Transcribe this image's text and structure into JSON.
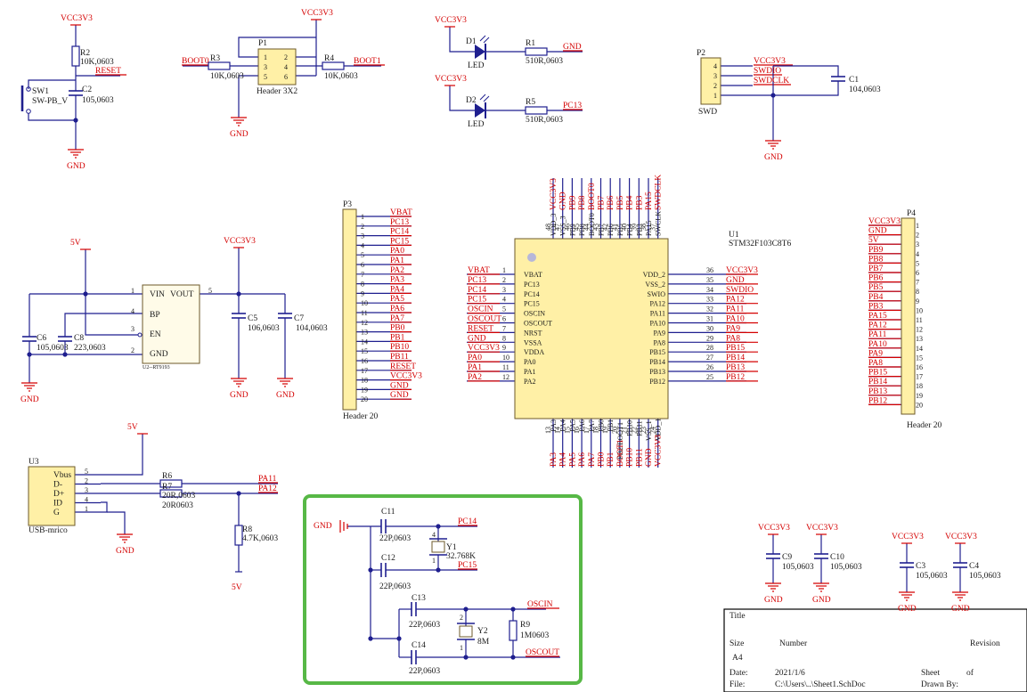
{
  "power": {
    "vcc": "VCC3V3",
    "gnd": "GND",
    "v5": "5V"
  },
  "sw1": {
    "ref": "SW1",
    "val": "SW-PB_V"
  },
  "r2": {
    "ref": "R2",
    "val": "10K,0603"
  },
  "c2": {
    "ref": "C2",
    "val": "105,0603"
  },
  "net_reset": "RESET",
  "boot": {
    "r3_ref": "R3",
    "r3_val": "10K,0603",
    "r4_ref": "R4",
    "r4_val": "10K,0603",
    "p1_ref": "P1",
    "p1_val": "Header 3X2",
    "net0": "BOOT0",
    "net1": "BOOT1",
    "pins": [
      "1",
      "2",
      "3",
      "4",
      "5",
      "6"
    ]
  },
  "leds": {
    "d1_ref": "D1",
    "d2_ref": "D2",
    "d_val": "LED",
    "r1_ref": "R1",
    "r5_ref": "R5",
    "r_val": "510R,0603",
    "net_pc13": "PC13"
  },
  "swd": {
    "ref": "P2",
    "name": "SWD",
    "pins": [
      "4",
      "3",
      "2",
      "1"
    ],
    "nets": [
      "VCC3V3",
      "SWDIO",
      "SWDCLK"
    ],
    "c1_ref": "C1",
    "c1_val": "104,0603"
  },
  "reg": {
    "vin": "VIN",
    "vout": "VOUT",
    "bp": "BP",
    "en": "EN",
    "gnd": "GND",
    "pins": [
      "1",
      "5",
      "4",
      "3",
      "2"
    ],
    "name": "U2--RT9193",
    "c5": "C5",
    "c5v": "106,0603",
    "c7": "C7",
    "c7v": "104,0603",
    "c6": "C6",
    "c6v": "105,0603",
    "c8": "C8",
    "c8v": "223,0603"
  },
  "p3": {
    "ref": "P3",
    "name": "Header 20",
    "nets": [
      "VBAT",
      "PC13",
      "PC14",
      "PC15",
      "PA0",
      "PA1",
      "PA2",
      "PA3",
      "PA4",
      "PA5",
      "PA6",
      "PA7",
      "PB0",
      "PB1",
      "PB10",
      "PB11",
      "RESET",
      "VCC3V3",
      "GND",
      "GND"
    ]
  },
  "p4": {
    "ref": "P4",
    "name": "Header 20",
    "nets": [
      "VCC3V3",
      "GND",
      "5V",
      "PB9",
      "PB8",
      "PB7",
      "PB6",
      "PB5",
      "PB4",
      "PB3",
      "PA15",
      "PA12",
      "PA11",
      "PA10",
      "PA9",
      "PA8",
      "PB15",
      "PB14",
      "PB13",
      "PB12"
    ]
  },
  "mcu": {
    "ref": "U1",
    "part": "STM32F103C8T6",
    "left_pins": [
      {
        "n": "1",
        "name": "VBAT",
        "net": "VBAT"
      },
      {
        "n": "2",
        "name": "PC13",
        "net": "PC13"
      },
      {
        "n": "3",
        "name": "PC14",
        "net": "PC14"
      },
      {
        "n": "4",
        "name": "PC15",
        "net": "PC15"
      },
      {
        "n": "5",
        "name": "OSCIN",
        "net": "OSCIN"
      },
      {
        "n": "6",
        "name": "OSCOUT",
        "net": "OSCOUT"
      },
      {
        "n": "7",
        "name": "NRST",
        "net": "RESET"
      },
      {
        "n": "8",
        "name": "VSSA",
        "net": "GND"
      },
      {
        "n": "9",
        "name": "VDDA",
        "net": "VCC3V3"
      },
      {
        "n": "10",
        "name": "PA0",
        "net": "PA0"
      },
      {
        "n": "11",
        "name": "PA1",
        "net": "PA1"
      },
      {
        "n": "12",
        "name": "PA2",
        "net": "PA2"
      }
    ],
    "right_pins": [
      {
        "n": "36",
        "name": "VDD_2",
        "net": "VCC3V3"
      },
      {
        "n": "35",
        "name": "VSS_2",
        "net": "GND"
      },
      {
        "n": "34",
        "name": "SWIO",
        "net": "SWDIO"
      },
      {
        "n": "33",
        "name": "PA12",
        "net": "PA12"
      },
      {
        "n": "32",
        "name": "PA11",
        "net": "PA11"
      },
      {
        "n": "31",
        "name": "PA10",
        "net": "PA10"
      },
      {
        "n": "30",
        "name": "PA9",
        "net": "PA9"
      },
      {
        "n": "29",
        "name": "PA8",
        "net": "PA8"
      },
      {
        "n": "28",
        "name": "PB15",
        "net": "PB15"
      },
      {
        "n": "27",
        "name": "PB14",
        "net": "PB14"
      },
      {
        "n": "26",
        "name": "PB13",
        "net": "PB13"
      },
      {
        "n": "25",
        "name": "PB12",
        "net": "PB12"
      }
    ],
    "top_pins": [
      {
        "n": "48",
        "name": "VDD_3",
        "net": "VCC3V3"
      },
      {
        "n": "47",
        "name": "VSS_3",
        "net": "GND"
      },
      {
        "n": "46",
        "name": "PB9",
        "net": "PB9"
      },
      {
        "n": "45",
        "name": "PB8",
        "net": "PB8"
      },
      {
        "n": "44",
        "name": "BOOT0",
        "net": "BOOT0"
      },
      {
        "n": "43",
        "name": "PB7",
        "net": "PB7"
      },
      {
        "n": "42",
        "name": "PB6",
        "net": "PB6"
      },
      {
        "n": "41",
        "name": "PB5",
        "net": "PB5"
      },
      {
        "n": "40",
        "name": "PB4",
        "net": "PB4"
      },
      {
        "n": "39",
        "name": "PB3",
        "net": "PB3"
      },
      {
        "n": "38",
        "name": "PA15",
        "net": "PA15"
      },
      {
        "n": "37",
        "name": "SWCLK",
        "net": "SWDCLK"
      }
    ],
    "bottom_pins": [
      {
        "n": "13",
        "name": "PA3",
        "net": "PA3"
      },
      {
        "n": "14",
        "name": "PA4",
        "net": "PA4"
      },
      {
        "n": "15",
        "name": "PA5",
        "net": "PA5"
      },
      {
        "n": "16",
        "name": "PA6",
        "net": "PA6"
      },
      {
        "n": "17",
        "name": "PA7",
        "net": "PA7"
      },
      {
        "n": "18",
        "name": "PB0",
        "net": "PB0"
      },
      {
        "n": "19",
        "name": "PB1",
        "net": "PB1"
      },
      {
        "n": "20",
        "name": "PB2/BOOT1",
        "net": "BOOT1"
      },
      {
        "n": "21",
        "name": "PB10",
        "net": "PB10"
      },
      {
        "n": "22",
        "name": "PB11",
        "net": "PB11"
      },
      {
        "n": "23",
        "name": "VSS_1",
        "net": "GND"
      },
      {
        "n": "24",
        "name": "VDD_1",
        "net": "VCC3V3"
      }
    ]
  },
  "usb": {
    "ref": "U3",
    "name": "USB-mrico",
    "pins": [
      {
        "n": "5",
        "name": "Vbus"
      },
      {
        "n": "2",
        "name": "D-"
      },
      {
        "n": "3",
        "name": "D+"
      },
      {
        "n": "4",
        "name": "ID"
      },
      {
        "n": "1",
        "name": "G"
      }
    ],
    "r6": "R6",
    "r7": "R7",
    "r67v": "20R,0603",
    "r7v": "20R0603",
    "r8": "R8",
    "r8v": "4.7K,0603",
    "net11": "PA11",
    "net12": "PA12"
  },
  "osc": {
    "c11": "C11",
    "c12": "C12",
    "c13": "C13",
    "c14": "C14",
    "cv": "22P,0603",
    "y1": "Y1",
    "y1v": "32.768K",
    "y2": "Y2",
    "y2v": "8M",
    "r9": "R9",
    "r9v": "1M0603",
    "net14": "PC14",
    "net15": "PC15",
    "netin": "OSCIN",
    "netout": "OSCOUT",
    "y1pins": [
      "4",
      "1"
    ],
    "y2pins": [
      "2",
      "1"
    ]
  },
  "decap": [
    {
      "ref": "C9",
      "val": "105,0603"
    },
    {
      "ref": "C10",
      "val": "105,0603"
    },
    {
      "ref": "C3",
      "val": "105,0603"
    },
    {
      "ref": "C4",
      "val": "105,0603"
    }
  ],
  "title_block": {
    "title": "Title",
    "size": "Size",
    "size_val": "A4",
    "number": "Number",
    "revision": "Revision",
    "date": "Date:",
    "date_val": "2021/1/6",
    "sheet": "Sheet",
    "of": "of",
    "file": "File:",
    "file_val": "C:\\Users\\..\\Sheet1.SchDoc",
    "drawn": "Drawn By:"
  },
  "colors": {
    "wire": "#1f1f8f",
    "net": "#d40000",
    "body": "#fff0a6",
    "highlight": "#57b846"
  }
}
